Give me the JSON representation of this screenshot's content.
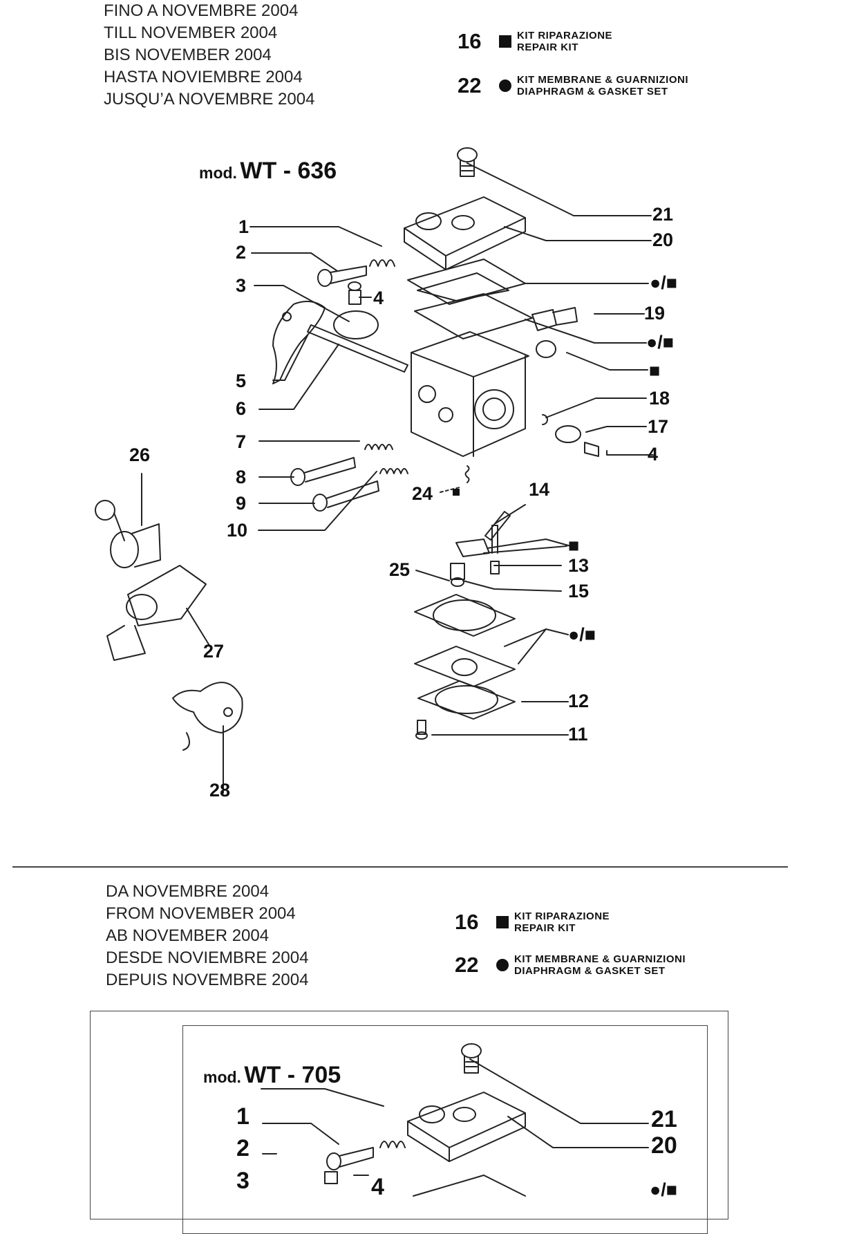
{
  "top_section": {
    "date_lines": [
      "FINO A NOVEMBRE 2004",
      "TILL NOVEMBER 2004",
      "BIS NOVEMBER 2004",
      "HASTA NOVIEMBRE 2004",
      "JUSQU’A NOVEMBRE 2004"
    ],
    "kits": [
      {
        "number": "16",
        "symbol": "square",
        "line1": "KIT RIPARAZIONE",
        "line2": "REPAIR KIT"
      },
      {
        "number": "22",
        "symbol": "circle",
        "line1": "KIT MEMBRANE & GUARNIZIONI",
        "line2": "DIAPHRAGM & GASKET SET"
      }
    ],
    "model_prefix": "mod.",
    "model_code": "WT - 636",
    "callouts": {
      "c1": "1",
      "c2": "2",
      "c3": "3",
      "c4a": "4",
      "c5": "5",
      "c6": "6",
      "c7": "7",
      "c8": "8",
      "c9": "9",
      "c10": "10",
      "c21": "21",
      "c20": "20",
      "cdiaph1": "●/■",
      "c19": "19",
      "cdiaph2": "●/■",
      "cscreen": "■",
      "c18": "18",
      "c17": "17",
      "c4b": "4",
      "c26": "26",
      "c27": "27",
      "c28": "28",
      "c24": "24",
      "c14": "14",
      "cneedle": "■",
      "c13": "13",
      "c25": "25",
      "c15": "15",
      "cdiaph3": "●/■",
      "c12": "12",
      "c11": "11"
    }
  },
  "bottom_section": {
    "date_lines": [
      "DA NOVEMBRE 2004",
      "FROM NOVEMBER 2004",
      "AB NOVEMBER 2004",
      "DESDE NOVIEMBRE 2004",
      "DEPUIS NOVEMBRE 2004"
    ],
    "kits": [
      {
        "number": "16",
        "symbol": "square",
        "line1": "KIT RIPARAZIONE",
        "line2": "REPAIR KIT"
      },
      {
        "number": "22",
        "symbol": "circle",
        "line1": "KIT MEMBRANE & GUARNIZIONI",
        "line2": "DIAPHRAGM & GASKET SET"
      }
    ],
    "model_prefix": "mod.",
    "model_code": "WT - 705",
    "callouts": {
      "c1": "1",
      "c2": "2",
      "c3": "3",
      "c4": "4",
      "c21": "21",
      "c20": "20",
      "cdiaph": "●/■"
    }
  },
  "colors": {
    "ink": "#111111",
    "line": "#222222",
    "frame": "#444444"
  }
}
